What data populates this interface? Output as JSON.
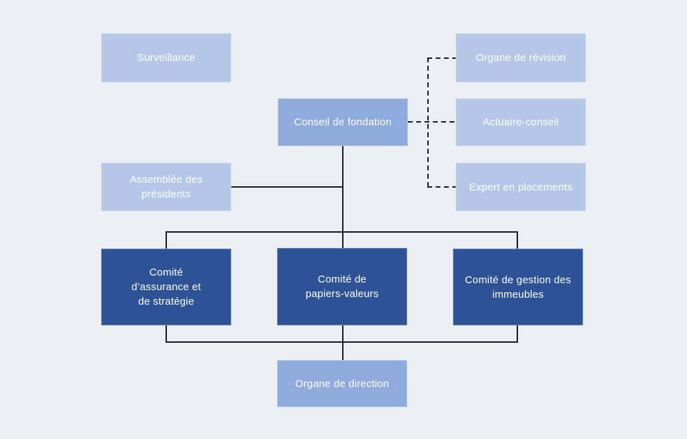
{
  "colors": {
    "background": "#edeff6",
    "box_light": "#b4c7e7",
    "box_medium": "#8faadc",
    "box_dark": "#2d5295",
    "text": "#ffffff",
    "line": "#1a1a1a"
  },
  "nodes": {
    "surveillance": {
      "label": "Surveillance",
      "style": "light"
    },
    "organe_revision": {
      "label": "Organe de révision",
      "style": "light"
    },
    "conseil_fondation": {
      "label": "Conseil de fondation",
      "style": "medium"
    },
    "actuaire_conseil": {
      "label": "Actuaire-conseil",
      "style": "light"
    },
    "assemblee_presidents": {
      "label": "Assemblée des\nprésidents",
      "style": "light"
    },
    "expert_placements": {
      "label": "Expert en placements",
      "style": "light"
    },
    "comite_assurance": {
      "label": "Comité\nd’assurance et\nde stratégie",
      "style": "dark"
    },
    "comite_papiers": {
      "label": "Comité de\npapiers-valeurs",
      "style": "dark"
    },
    "comite_gestion": {
      "label": "Comité de gestion des\nimmeubles",
      "style": "dark"
    },
    "organe_direction": {
      "label": "Organe de direction",
      "style": "medium"
    }
  },
  "edges": {
    "solid": [
      {
        "from": "conseil_fondation",
        "to": "assemblee_presidents"
      },
      {
        "from": "conseil_fondation",
        "to": "comite_assurance"
      },
      {
        "from": "conseil_fondation",
        "to": "comite_papiers"
      },
      {
        "from": "conseil_fondation",
        "to": "comite_gestion"
      },
      {
        "from": "comite_assurance",
        "to": "organe_direction"
      },
      {
        "from": "comite_papiers",
        "to": "organe_direction"
      },
      {
        "from": "comite_gestion",
        "to": "organe_direction"
      }
    ],
    "dashed": [
      {
        "from": "conseil_fondation",
        "to": "organe_revision"
      },
      {
        "from": "conseil_fondation",
        "to": "actuaire_conseil"
      },
      {
        "from": "conseil_fondation",
        "to": "expert_placements"
      }
    ]
  }
}
